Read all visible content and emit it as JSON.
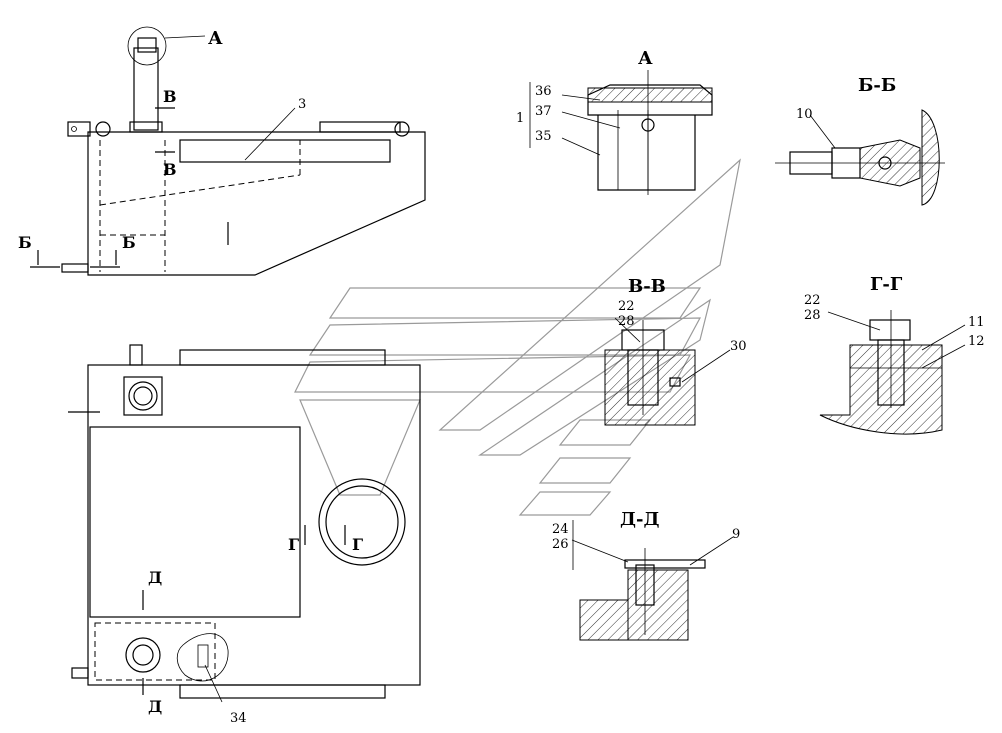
{
  "views": {
    "a": "А",
    "bb": "Б-Б",
    "vv": "В-В",
    "gg": "Г-Г",
    "dd": "Д-Д"
  },
  "markers": {
    "a": "А",
    "b": "Б",
    "v": "В",
    "g": "Г",
    "d": "Д"
  },
  "positions": {
    "p1": "1",
    "p3": "3",
    "p9": "9",
    "p10": "10",
    "p11": "11",
    "p12": "12",
    "p22": "22",
    "p24": "24",
    "p26": "26",
    "p28": "28",
    "p30": "30",
    "p34": "34",
    "p35": "35",
    "p36": "36",
    "p37": "37"
  }
}
